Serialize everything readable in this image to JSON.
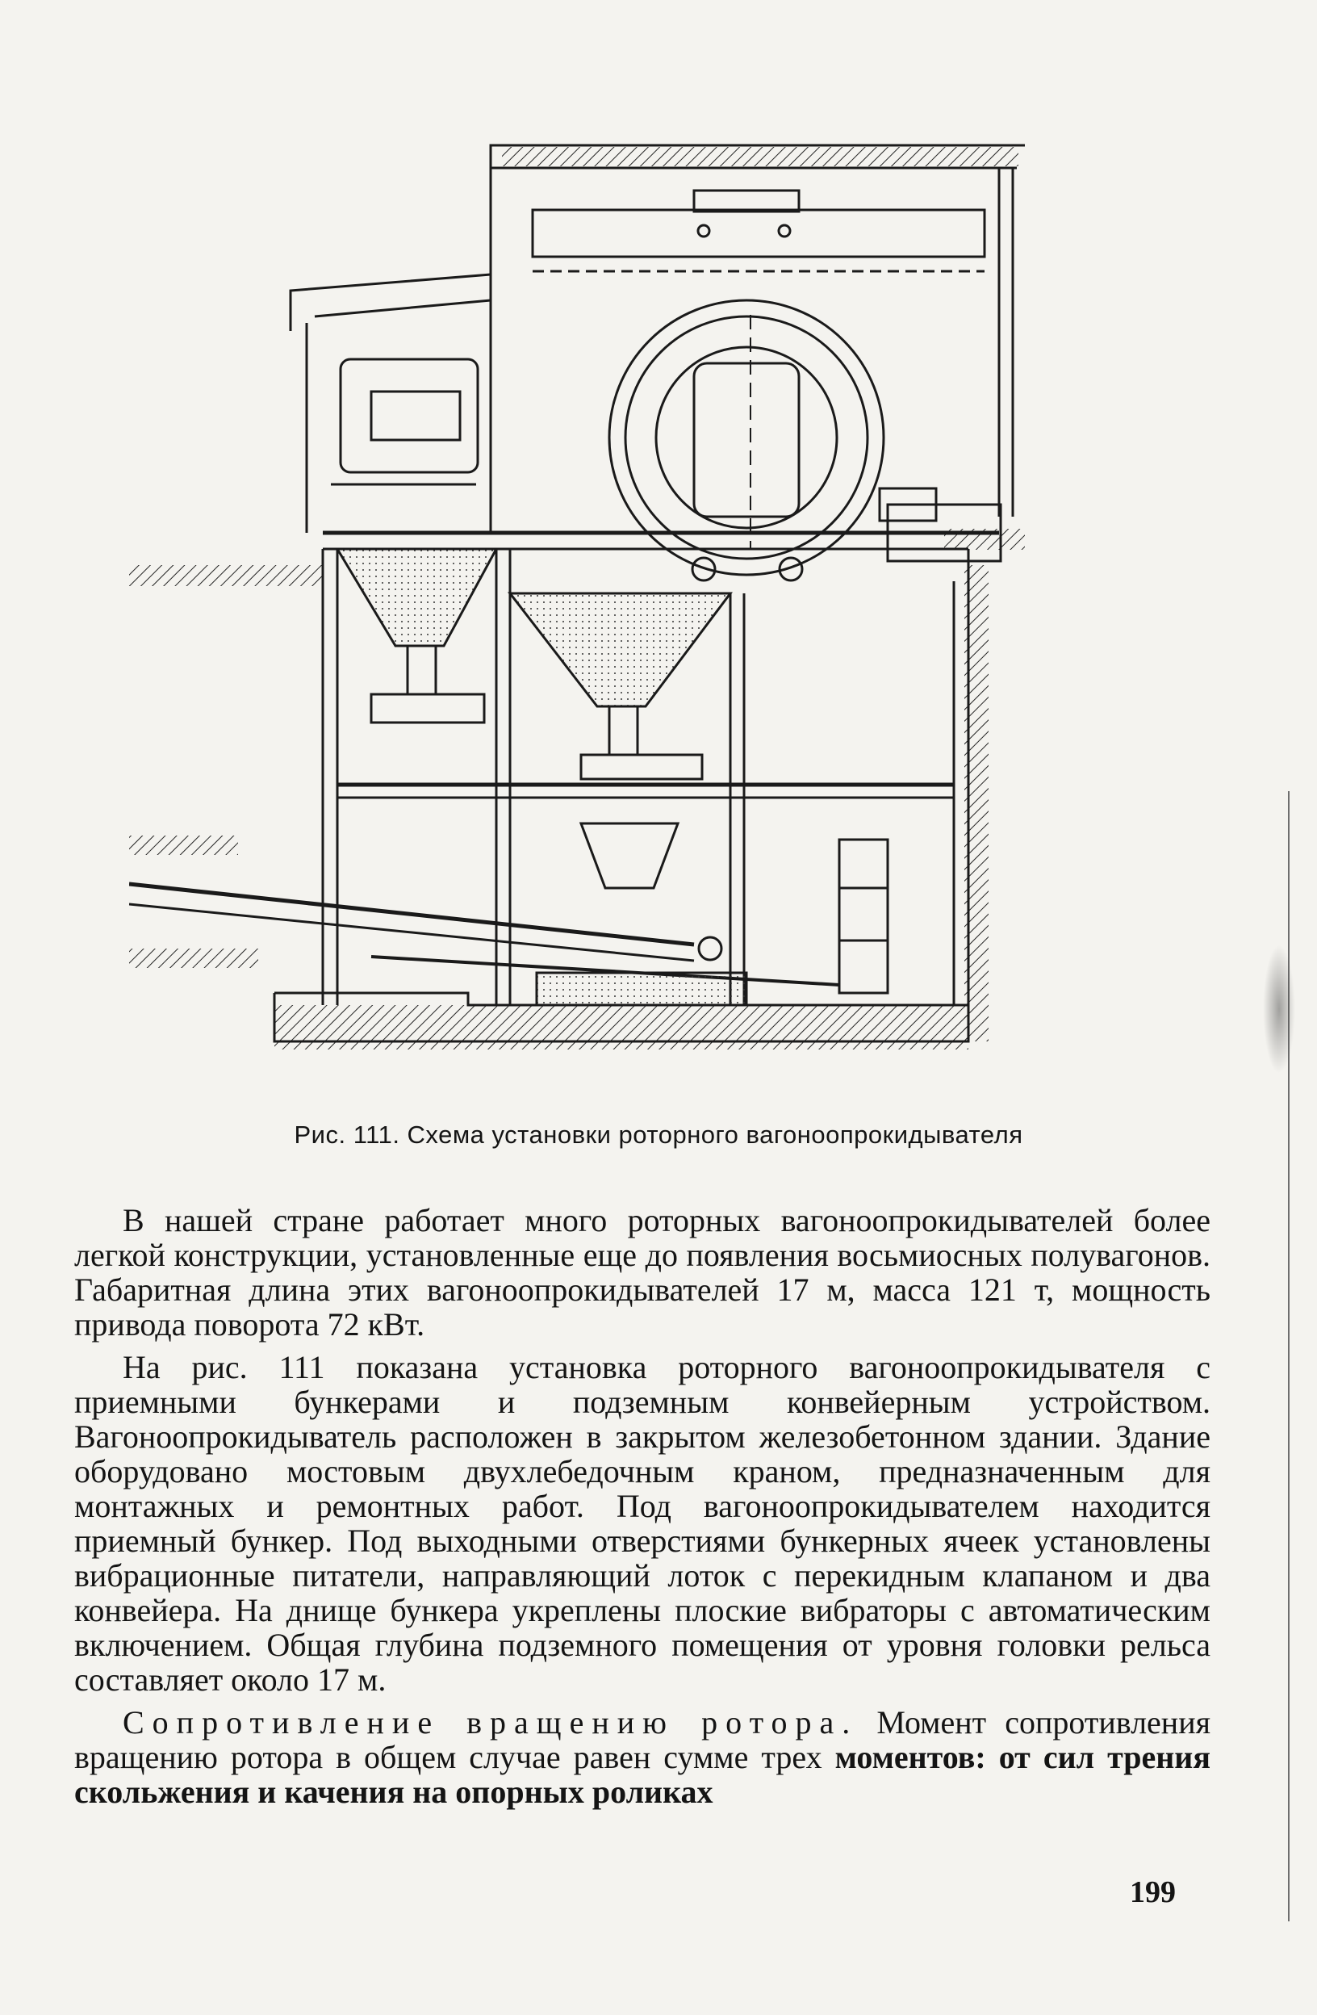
{
  "figure": {
    "caption": "Рис. 111. Схема установки роторного вагоноопрокидывателя"
  },
  "body": {
    "paragraph1": "В нашей стране работает много роторных вагоноопрокидывателей более легкой конструкции, установленные еще до появления восьмиосных полувагонов. Габаритная длина этих вагоноопрокидывателей 17 м, масса 121 т, мощность привода поворота 72 кВт.",
    "paragraph2": "На рис. 111 показана установка роторного вагоноопрокидывателя с приемными бункерами и подземным конвейерным устройством. Вагоноопрокидыватель расположен в закрытом железобетонном здании. Здание оборудовано мостовым двухлебедочным краном, предназначенным для монтажных и ремонтных работ. Под вагоноопрокидывателем находится приемный бункер. Под выходными отверстиями бункерных ячеек установлены вибрационные питатели, направляющий лоток с перекидным клапаном и два конвейера. На днище бункера укреплены плоские вибраторы с автоматическим включением. Общая глубина подземного помещения от уровня головки рельса составляет около 17 м.",
    "paragraph3_heading": "Сопротивление вращению ротора.",
    "paragraph3_text": "Момент сопротивления вращению ротора в общем случае равен сумме трех",
    "paragraph3_bold": "моментов: от сил трения скольжения и качения на опорных роликах"
  },
  "page_number": "199"
}
